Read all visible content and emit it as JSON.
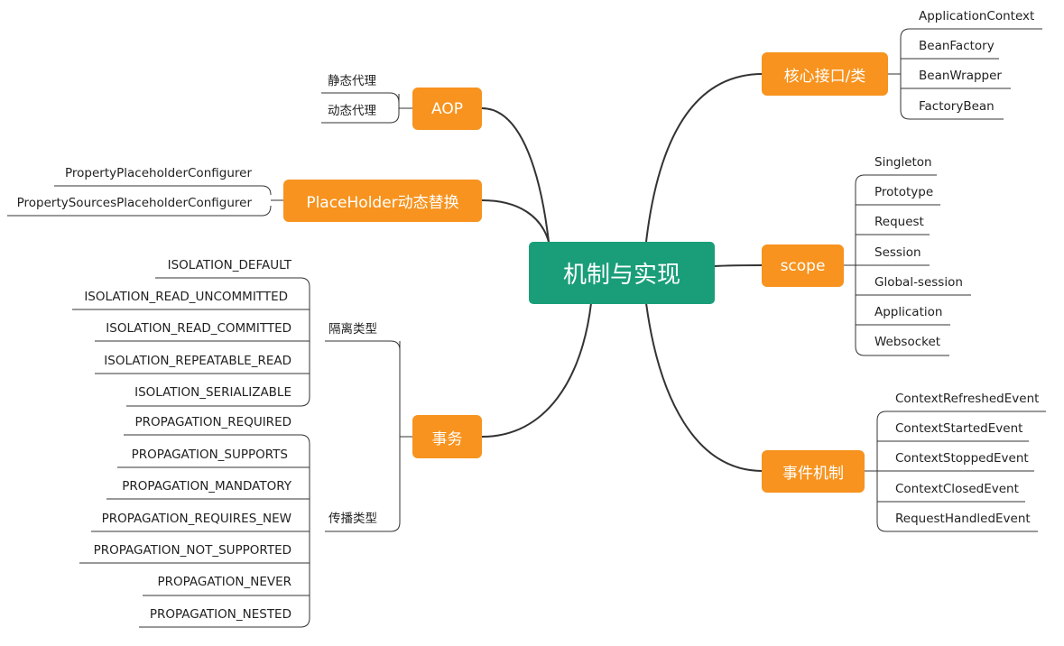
{
  "center": "机制与实现",
  "branches": {
    "aop": {
      "label": "AOP",
      "items": [
        "静态代理",
        "动态代理"
      ]
    },
    "placeholder": {
      "label": "PlaceHolder动态替换",
      "items": [
        "PropertyPlaceholderConfigurer",
        "PropertySourcesPlaceholderConfigurer"
      ]
    },
    "transaction": {
      "label": "事务",
      "isolation": {
        "label": "隔离类型",
        "items": [
          "ISOLATION_DEFAULT",
          "ISOLATION_READ_UNCOMMITTED",
          "ISOLATION_READ_COMMITTED",
          "ISOLATION_REPEATABLE_READ",
          "ISOLATION_SERIALIZABLE"
        ]
      },
      "propagation": {
        "label": "传播类型",
        "items": [
          "PROPAGATION_REQUIRED",
          "PROPAGATION_SUPPORTS",
          "PROPAGATION_MANDATORY",
          "PROPAGATION_REQUIRES_NEW",
          "PROPAGATION_NOT_SUPPORTED",
          "PROPAGATION_NEVER",
          "PROPAGATION_NESTED"
        ]
      }
    },
    "core": {
      "label": "核心接口/类",
      "items": [
        "ApplicationContext",
        "BeanFactory",
        "BeanWrapper",
        "FactoryBean"
      ]
    },
    "scope": {
      "label": "scope",
      "items": [
        "Singleton",
        "Prototype",
        "Request",
        "Session",
        "Global-session",
        "Application",
        "Websocket"
      ]
    },
    "events": {
      "label": "事件机制",
      "items": [
        "ContextRefreshedEvent",
        "ContextStartedEvent",
        "ContextStoppedEvent",
        "ContextClosedEvent",
        "RequestHandledEvent"
      ]
    }
  },
  "colors": {
    "branch": "#f7931e",
    "center": "#1a9e7a",
    "line": "#333333"
  }
}
